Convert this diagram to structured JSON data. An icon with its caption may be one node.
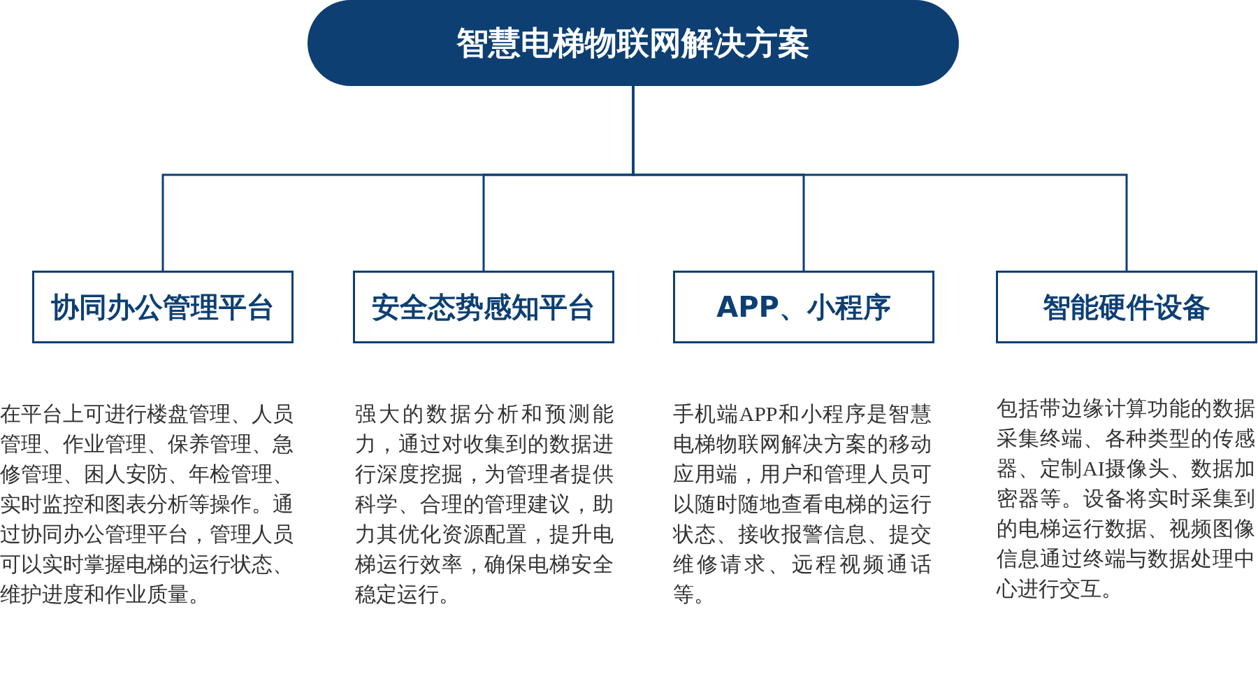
{
  "diagram": {
    "nodes": [
      {
        "text": [
          "智慧电梯物联网解决方案"
        ]
      },
      {
        "text": [
          "协同办公管理平台"
        ],
        "beside": [
          "在平台上可进行楼盘管理、人员管理、作业管理、保养管理、急修管理、困人安防、年检管理、实时监控和图表分析等操作。通过协同办公管理平台，管理人员可以实时掌握电梯的运行状态、维护进度和作业质量。"
        ]
      },
      {
        "text": [
          "安全态势感知平台"
        ],
        "beside": [
          "强大的数据分析和预测能力，通过对收集到的数据进行深度挖掘，为管理者提供科学、合理的管理建议，助力其优化资源配置，提升电梯运行效率，确保电梯安全稳定运行。"
        ]
      },
      {
        "text": [
          "APP、小程序"
        ],
        "beside": [
          "手机端APP和小程序是智慧电梯物联网解决方案的移动应用端，用户和管理人员可以随时随地查看电梯的运行状态、接收报警信息、提交维修请求、远程视频通话等。"
        ]
      },
      {
        "text": [
          "智能硬件设备"
        ],
        "beside": [
          "包括带边缘计算功能的数据采集终端、各种类型的传感器、定制AI摄像头、数据加密器等。设备将实时采集到的电梯运行数据、视频图像信息通过终端与数据处理中心进行交互。"
        ]
      }
    ],
    "edges": [
      {
        "from": 0,
        "to": 1,
        "arrow": "none"
      },
      {
        "from": 0,
        "to": 2,
        "arrow": "none"
      },
      {
        "from": 0,
        "to": 3,
        "arrow": "none"
      },
      {
        "from": 0,
        "to": 4,
        "arrow": "none"
      }
    ]
  }
}
